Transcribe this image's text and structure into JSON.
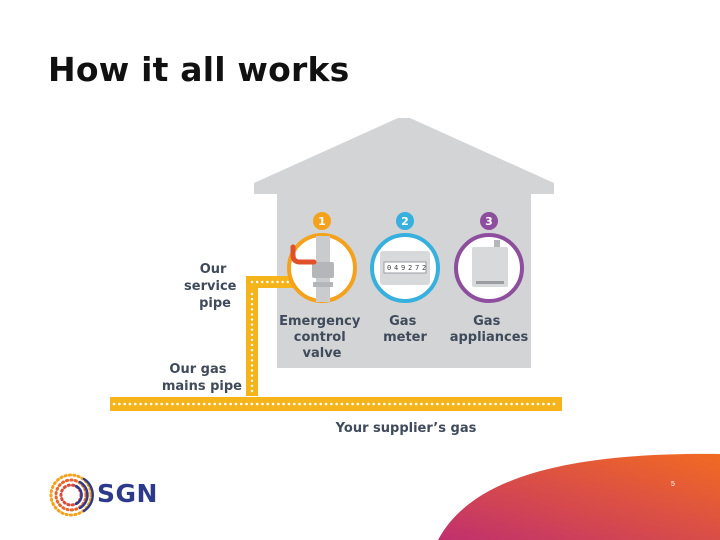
{
  "slide": {
    "title": "How it all works",
    "page_number": "5"
  },
  "diagram": {
    "labels": {
      "service_pipe": [
        "Our",
        "service",
        "pipe"
      ],
      "mains_pipe": [
        "Our gas",
        "mains pipe"
      ],
      "supplier_gas": "Your supplier’s gas"
    },
    "steps": [
      {
        "number": "1",
        "label": [
          "Emergency",
          "control",
          "valve"
        ],
        "color": "#f4a21c"
      },
      {
        "number": "2",
        "label": [
          "Gas",
          "meter"
        ],
        "color": "#38b0de"
      },
      {
        "number": "3",
        "label": [
          "Gas",
          "appliances"
        ],
        "color": "#8e4e9e"
      }
    ],
    "meter_reading": [
      "0",
      "4",
      "9",
      "2",
      "7",
      "2"
    ],
    "colors": {
      "house": "#d3d4d6",
      "pipe": "#f4b41a",
      "valve_handle": "#e0502a",
      "label_text": "#3f4a5a"
    }
  },
  "logo": {
    "text": "SGN",
    "colors": [
      "#2d3a8c",
      "#e8662a",
      "#f4a21c"
    ]
  },
  "corner_gradient": [
    "#c0306e",
    "#f26b21"
  ]
}
